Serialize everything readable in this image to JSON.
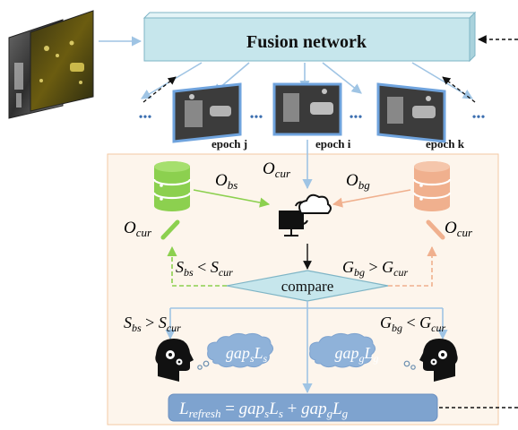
{
  "header": {
    "title": "Fusion network"
  },
  "epochs": [
    {
      "label": "epoch j"
    },
    {
      "label": "epoch i"
    },
    {
      "label": "epoch k"
    }
  ],
  "ellipsis": "•••",
  "labels": {
    "o_cur_top": {
      "base": "O",
      "sub": "cur"
    },
    "o_bs": {
      "base": "O",
      "sub": "bs"
    },
    "o_bg": {
      "base": "O",
      "sub": "bg"
    },
    "o_cur_left": {
      "base": "O",
      "sub": "cur"
    },
    "o_cur_right": {
      "base": "O",
      "sub": "cur"
    }
  },
  "conditions": {
    "left_top": {
      "a": "S",
      "asub": "bs",
      "op": " < ",
      "b": "S",
      "bsub": "cur"
    },
    "right_top": {
      "a": "G",
      "asub": "bg",
      "op": " > ",
      "b": "G",
      "bsub": "cur"
    },
    "left_bottom": {
      "a": "S",
      "asub": "bs",
      "op": " > ",
      "b": "S",
      "bsub": "cur"
    },
    "right_bottom": {
      "a": "G",
      "asub": "bg",
      "op": " < ",
      "b": "G",
      "bsub": "cur"
    }
  },
  "compare_label": "compare",
  "clouds": {
    "left": {
      "a": "gap",
      "asub": "s",
      "b": "L",
      "bsub": "s"
    },
    "right": {
      "a": "gap",
      "asub": "g",
      "b": "L",
      "bsub": "g"
    }
  },
  "formula": {
    "lhs": "L",
    "lhs_sub": "refresh",
    "eq": " = ",
    "t1a": "gap",
    "t1a_sub": "s",
    "t1b": "L",
    "t1b_sub": "s",
    "plus": " + ",
    "t2a": "gap",
    "t2a_sub": "g",
    "t2b": "L",
    "t2b_sub": "g"
  },
  "colors": {
    "green": "#8cd04f",
    "orange": "#f0b08e",
    "blue_box": "#c6e6ec",
    "light_blue": "#9fc4e4",
    "formula_box": "#7ea3cf",
    "panel_bg": "#fdf5ec",
    "panel_border": "#f3c9a3"
  }
}
